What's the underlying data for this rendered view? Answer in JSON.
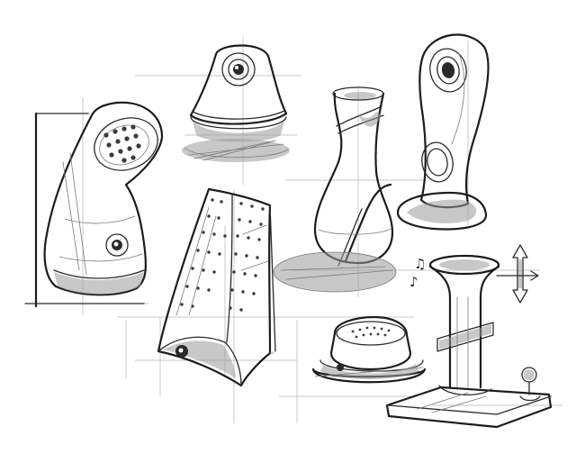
{
  "image": {
    "description_kind": "pencil product design sketch sheet",
    "background_color": "#ffffff",
    "ink_color": "#2b2b2b",
    "shade_color": "#9a9a9a"
  },
  "objects": [
    {
      "name": "bent-speaker-with-grille",
      "icon": "speaker-icon"
    },
    {
      "name": "dome-lamp-speaker",
      "icon": "dome-icon"
    },
    {
      "name": "twisted-vase-speaker",
      "icon": "vase-icon"
    },
    {
      "name": "arch-tower-speaker",
      "icon": "tower-icon"
    },
    {
      "name": "perforated-wedge-speaker",
      "icon": "wedge-icon"
    },
    {
      "name": "puck-speaker",
      "icon": "puck-icon"
    },
    {
      "name": "trumpet-column-speaker",
      "icon": "trumpet-icon"
    }
  ],
  "annotations": {
    "music_note_glyphs": [
      "♪",
      "♫"
    ],
    "movement_arrows": [
      "up-down-arrow",
      "right-arrow"
    ]
  }
}
